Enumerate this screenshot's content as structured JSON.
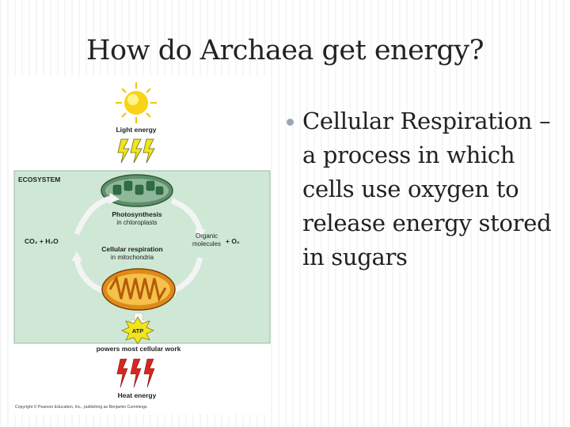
{
  "slide": {
    "title": "How do Archaea get energy?",
    "bullet": "Cellular Respiration – a process in which cells use oxygen to release energy stored in sugars"
  },
  "diagram": {
    "light_energy": "Light energy",
    "ecosystem": "ECOSYSTEM",
    "photosynthesis": "Photosynthesis",
    "in_chloroplasts": "in chloroplasts",
    "co2_h2o": "CO₂ + H₂O",
    "organic": "Organic",
    "molecules": "molecules",
    "plus_o2": "+ O₂",
    "cellular_respiration": "Cellular respiration",
    "in_mitochondria": "in mitochondria",
    "atp": "ATP",
    "powers": "powers most cellular work",
    "heat_energy": "Heat energy",
    "copyright": "Copyright © Pearson Education, Inc., publishing as Benjamin Cummings."
  },
  "colors": {
    "ecosystem_fill": "#cfe8d6",
    "sun": "#f7d417",
    "chloroplast": "#5e8f6a",
    "mitochondrion": "#e08a1a",
    "heat": "#d6261e",
    "lightning": "#f0e51d"
  }
}
